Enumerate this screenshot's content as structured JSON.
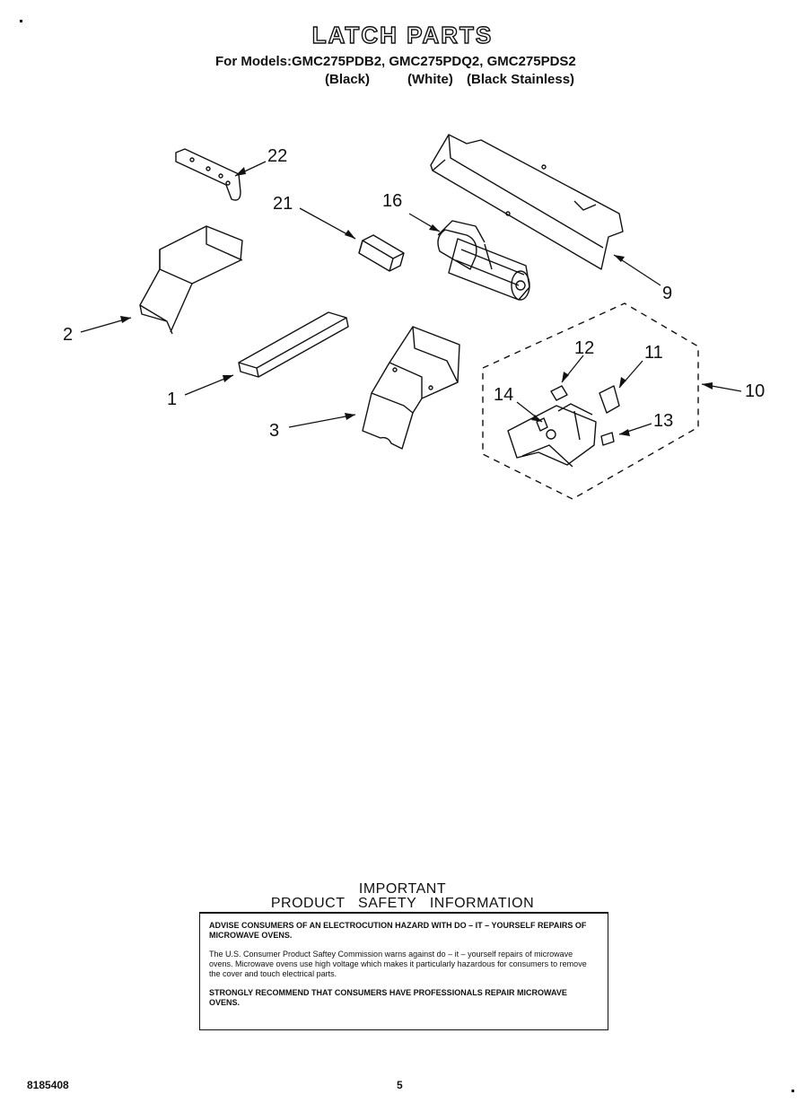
{
  "title": "LATCH PARTS",
  "models_line": "For Models:GMC275PDB2, GMC275PDQ2, GMC275PDS2",
  "colors": [
    "(Black)",
    "(White)",
    "(Black Stainless)"
  ],
  "callouts": [
    "22",
    "21",
    "16",
    "9",
    "2",
    "1",
    "3",
    "12",
    "11",
    "10",
    "14",
    "13"
  ],
  "safety": {
    "heading1": "IMPORTANT",
    "heading2": "PRODUCT   SAFETY   INFORMATION",
    "para1": "ADVISE CONSUMERS OF AN ELECTROCUTION HAZARD WITH DO – IT – YOURSELF REPAIRS OF MICROWAVE OVENS.",
    "para2": "The U.S. Consumer Product Saftey Commission warns against do – it – yourself repairs of microwave ovens. Microwave ovens use high voltage which makes it particularly hazardous for consumers to remove the cover and touch electrical parts.",
    "para3": "STRONGLY RECOMMEND THAT CONSUMERS HAVE PROFESSIONALS REPAIR MICROWAVE OVENS."
  },
  "footer": {
    "doc_number": "8185408",
    "page": "5"
  }
}
